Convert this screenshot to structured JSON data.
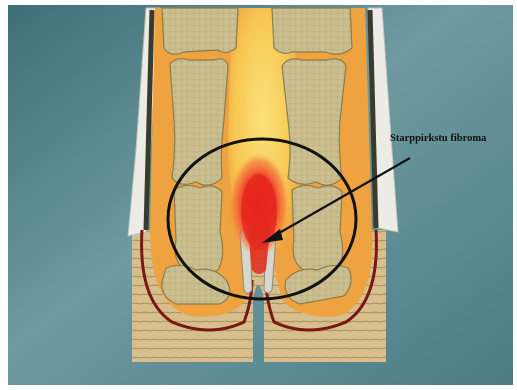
{
  "illustration": {
    "subject": "anatomical cross-section of two toes",
    "elements": [
      "background",
      "toe-soft-tissue",
      "phalanx-bones",
      "skin-folds",
      "red-growth",
      "highlight-circle",
      "pointer-arrow"
    ]
  },
  "annotation": {
    "label": "Starppirkstu fibroma"
  },
  "colors": {
    "background": "#5f8c93",
    "soft_tissue": "#f0a746",
    "tissue_core": "#f9d86a",
    "bone": "#c5b98a",
    "bone_outline": "#8a7d4e",
    "skin_base": "#d8c18e",
    "skin_line": "#a8895a",
    "outline_red": "#7a1712",
    "growth": "#e3291f",
    "circle": "#111111",
    "arrow": "#111111",
    "fur": "#eeeeea"
  }
}
